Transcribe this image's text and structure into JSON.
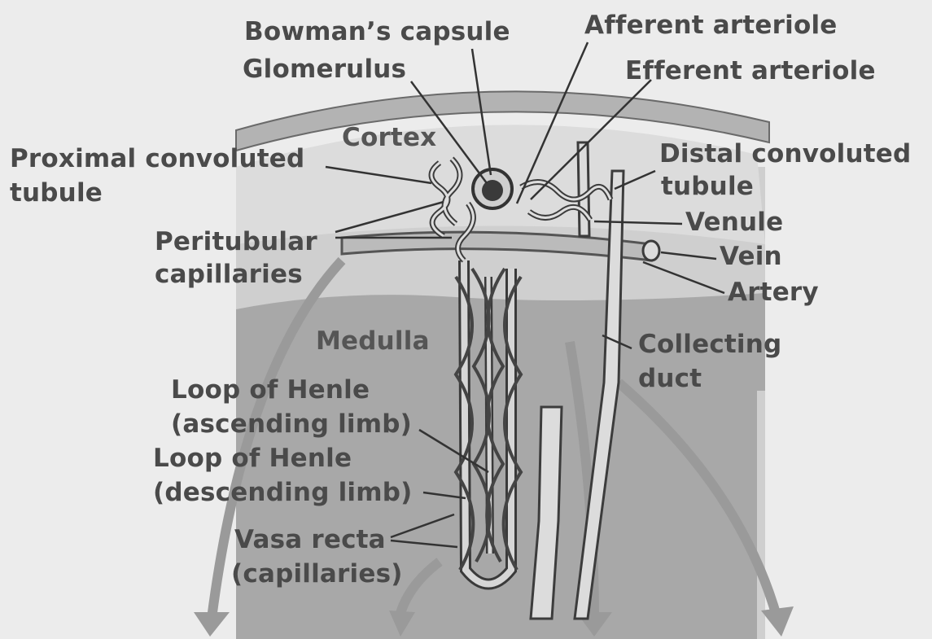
{
  "labels": {
    "bowmans_capsule": "Bowman’s capsule",
    "afferent_arteriole": "Afferent arteriole",
    "glomerulus": "Glomerulus",
    "efferent_arteriole": "Efferent arteriole",
    "cortex": "Cortex",
    "proximal_convoluted_tubule": [
      "Proximal convoluted",
      "tubule"
    ],
    "distal_convoluted_tubule": [
      "Distal convoluted",
      "tubule"
    ],
    "venule": "Venule",
    "vein": "Vein",
    "artery": "Artery",
    "peritubular_capillaries": [
      "Peritubular",
      "capillaries"
    ],
    "medulla": "Medulla",
    "collecting_duct": [
      "Collecting",
      "duct"
    ],
    "loop_of_henle_ascending": [
      "Loop of Henle",
      "(ascending limb)"
    ],
    "loop_of_henle_descending": [
      "Loop of Henle",
      "(descending limb)"
    ],
    "vasa_recta": [
      "Vasa recta",
      "(capillaries)"
    ]
  },
  "colors": {
    "background": "#ececec",
    "outer_band": "#bdbdbd",
    "cortex_region": "#d4d4d4",
    "medulla_region": "#a6a6a6",
    "vessel_fill": "#d9d9d9",
    "vessel_stroke": "#3c3c3c",
    "leader_line": "#333333",
    "label_text": "#4a4a4a"
  }
}
